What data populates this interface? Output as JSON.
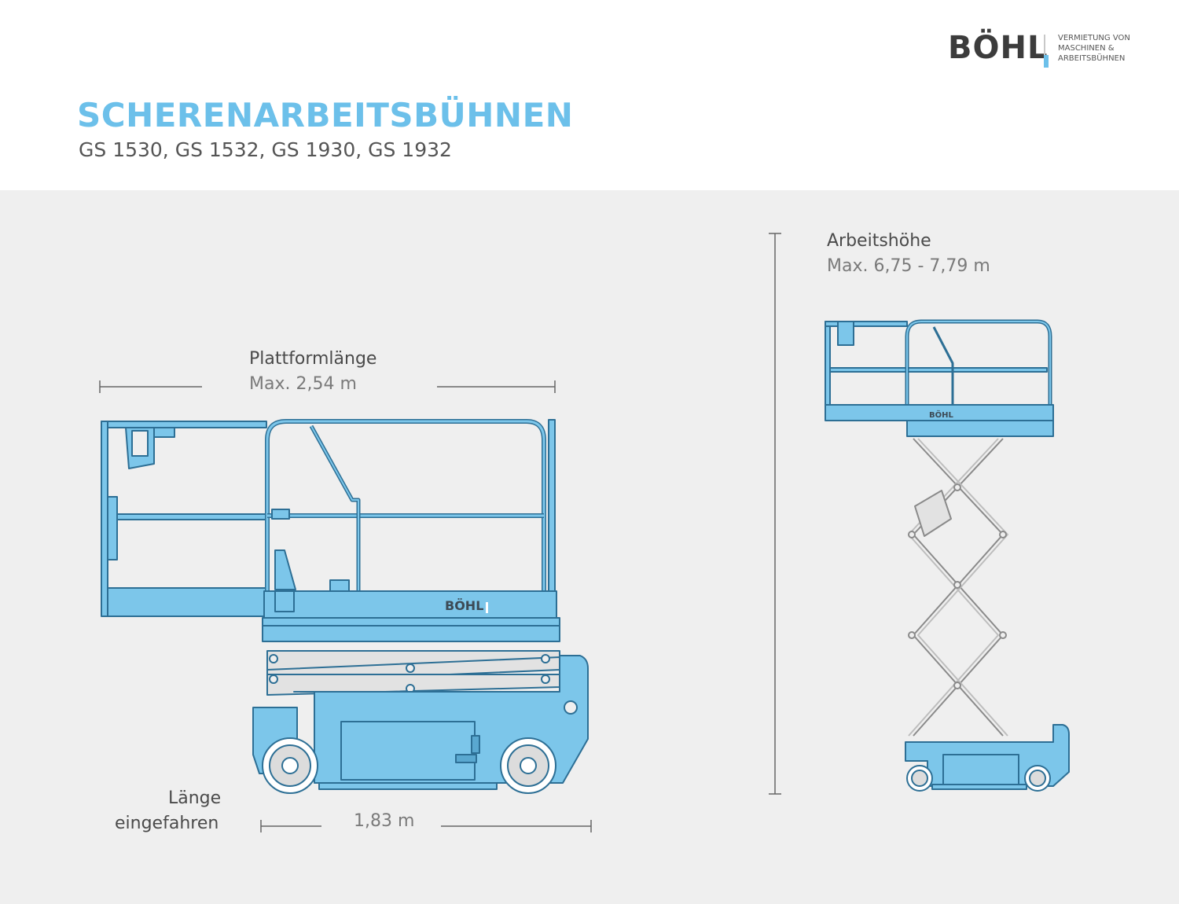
{
  "header": {
    "title": "SCHERENARBEITSBÜHNEN",
    "subtitle": "GS 1530, GS 1532, GS 1930, GS 1932"
  },
  "logo": {
    "wordmark": "BÖHL",
    "tagline": "VERMIETUNG VON\nMASCHINEN &\nARBEITSBÜHNEN"
  },
  "dimensions": {
    "platform_length": {
      "label": "Plattformlänge",
      "value": "Max. 2,54 m"
    },
    "working_height": {
      "label": "Arbeitshöhe",
      "value": "Max. 6,75 - 7,79 m"
    },
    "retracted_length": {
      "label_line1": "Länge",
      "label_line2": "eingefahren",
      "value": "1,83 m"
    }
  },
  "machine_branding": {
    "wordmark": "BÖHL"
  },
  "colors": {
    "accent": "#6cc0ea",
    "machine_fill": "#7cc6ea",
    "outline": "#2d6f95",
    "background_panel": "#efefef",
    "text_dark": "#4a4a4a",
    "text_light": "#7a7a7a"
  }
}
